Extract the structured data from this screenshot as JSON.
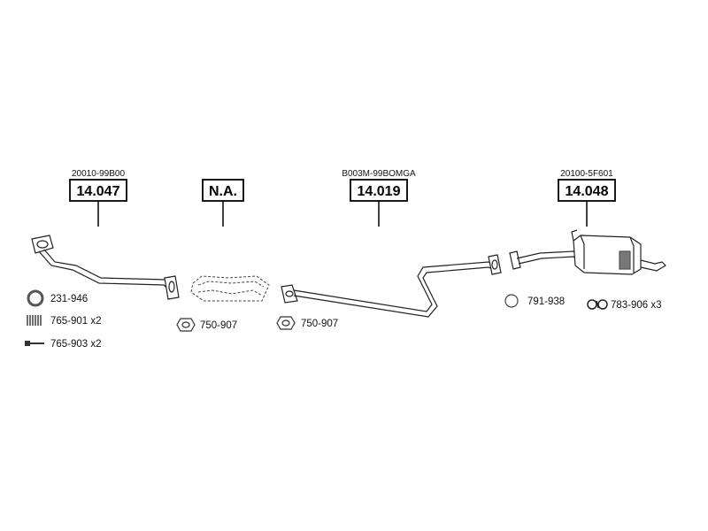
{
  "groups": [
    {
      "oe_number": "20010-99B00",
      "part_label": "14.047"
    },
    {
      "oe_number": "",
      "part_label": "N.A."
    },
    {
      "oe_number": "B003M-99BOMGA",
      "part_label": "14.019"
    },
    {
      "oe_number": "20100-5F601",
      "part_label": "14.048"
    }
  ],
  "accessories": [
    {
      "code": "231-946",
      "icon": "ring-gasket-icon"
    },
    {
      "code": "765-901 x2",
      "icon": "spring-icon"
    },
    {
      "code": "765-903 x2",
      "icon": "bolt-icon"
    },
    {
      "code": "750-907",
      "icon": "flange-gasket-icon"
    },
    {
      "code": "750-907",
      "icon": "flange-gasket-icon"
    },
    {
      "code": "791-938",
      "icon": "o-ring-icon"
    },
    {
      "code": "783-906 x3",
      "icon": "rubber-mount-icon"
    }
  ]
}
